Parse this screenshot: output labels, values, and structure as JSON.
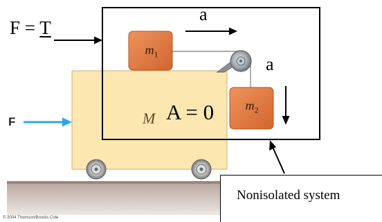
{
  "labels": {
    "force_eq_prefix": "F = ",
    "force_eq_T": "T",
    "accel_top": "a",
    "accel_side": "a",
    "cart_accel": "A = 0",
    "cart_mass": "M",
    "mass1": "m",
    "mass1_sub": "1",
    "mass2": "m",
    "mass2_sub": "2",
    "applied_force": "F",
    "system_caption": "Nonisolated system",
    "copyright": "© 2004 Thomson/Brooks Cole"
  },
  "colors": {
    "cart_fill": "#fde7b0",
    "block_fill": "#e07a45",
    "force_arrow": "#2aa8e6",
    "ground": "#a38d84",
    "pulley": "#9aa0a6"
  }
}
